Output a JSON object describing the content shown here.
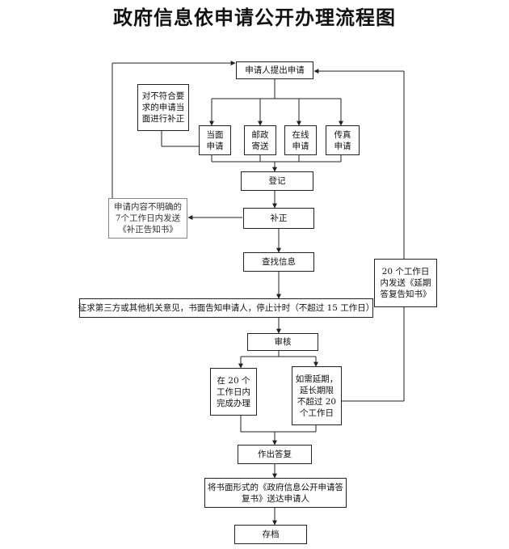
{
  "title": "政府信息依申请公开办理流程图",
  "nodes": {
    "apply": "申请人提出申请",
    "correct_on_spot": "对不符合要\n求的申请当\n面进行补正",
    "in_person": "当面\n申请",
    "mail": "邮政\n寄送",
    "online": "在线\n申请",
    "fax": "传真\n申请",
    "register": "登记",
    "unclear_notice": "申请内容不明确的\n7个工作日内发送\n《补正告知书》",
    "supplement": "补正",
    "search": "查找信息",
    "third_party": "征求第三方或其他机关意见，书面告知申请人，停止计时（不超过 15 工作日）",
    "extension_notice": "20 个工作日\n内发送《延期\n答复告知书》",
    "review": "审核",
    "within_20": "在 20 个\n工作日内\n完成办理",
    "extend": "如需延期，\n延长期限\n不超过 20\n个工作日",
    "reply": "作出答复",
    "deliver": "将书面形式的《政府信息公开申请答\n复书》送达申请人",
    "archive": "存档"
  }
}
